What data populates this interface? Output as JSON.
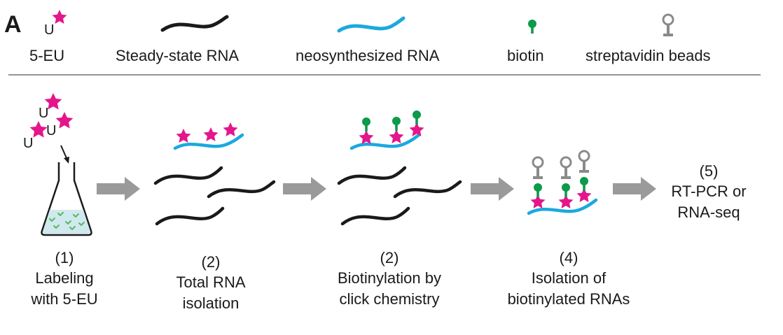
{
  "panel_label": "A",
  "legend": {
    "eu": "5-EU",
    "steady": "Steady-state RNA",
    "neo": "neosynthesized RNA",
    "biotin": "biotin",
    "beads": "streptavidin beads"
  },
  "u_letter": "U",
  "steps": {
    "s1": {
      "num": "(1)",
      "line1": "Labeling",
      "line2": "with 5-EU"
    },
    "s2": {
      "num": "(2)",
      "line1": "Total RNA",
      "line2": "isolation"
    },
    "s3": {
      "num": "(2)",
      "line1": "Biotinylation by",
      "line2": "click chemistry"
    },
    "s4": {
      "num": "(4)",
      "line1": "Isolation of",
      "line2": "biotinylated RNAs"
    },
    "s5": {
      "num": "(5)",
      "line1": "RT-PCR or",
      "line2": "RNA-seq"
    }
  },
  "colors": {
    "star": "#e4168c",
    "neo_rna": "#1aa9df",
    "steady_rna": "#1a1a1a",
    "biotin": "#0d9a4a",
    "beads": "#8a8a8a",
    "arrow": "#9a9a9a",
    "flask_liquid": "#cfe9ee",
    "seedling": "#5cb85c"
  }
}
